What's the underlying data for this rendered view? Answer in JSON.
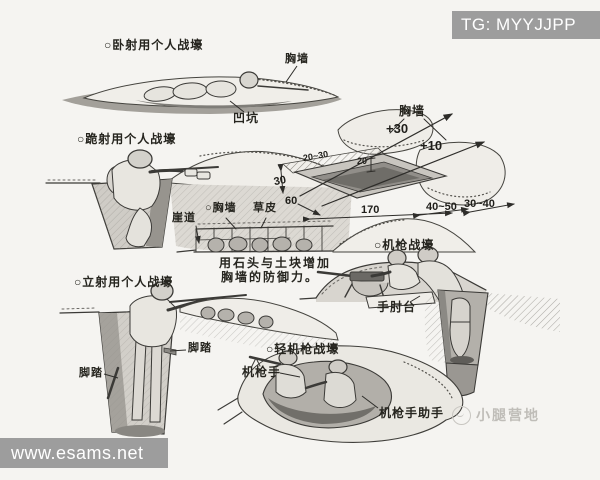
{
  "image": {
    "paper_color": "#f5f4f1",
    "ink_color": "#3b3a37",
    "watermark_bar_color": "#9d9d9d"
  },
  "watermarks": {
    "telegram": "TG: MYYJJPP",
    "website": "www.esams.net",
    "camp": "小腿营地"
  },
  "figures": {
    "prone": {
      "title": "○卧射用个人战壕",
      "label_parapet": "胸墙",
      "label_pit": "凹坑"
    },
    "kneeling": {
      "title": "○跪射用个人战壕"
    },
    "dimension_diagram": {
      "label_parapet": "胸墙",
      "height_rear": "+30",
      "height_front": "+10",
      "berm_width": "20~30",
      "lip_depth": "20",
      "depth_left": "30",
      "width_front": "60",
      "length": "170",
      "width_mid": "40~50",
      "width_right": "30~40"
    },
    "parapet_section": {
      "label_cliff_path": "崖道",
      "title_parapet": "○胸墙",
      "label_sod": "草皮",
      "caption_line1": "用石头与土块增加",
      "caption_line2": "胸墙的防御力。"
    },
    "mg_trench": {
      "title": "○机枪战壕",
      "label_elbow_rest": "手肘台"
    },
    "standing": {
      "title": "○立射用个人战壕",
      "label_footstep_right": "脚踏",
      "label_footstep_left": "脚踏"
    },
    "lmg_trench": {
      "title": "○轻机枪战壕",
      "label_gunner": "机枪手",
      "label_assistant": "机枪手助手"
    }
  }
}
